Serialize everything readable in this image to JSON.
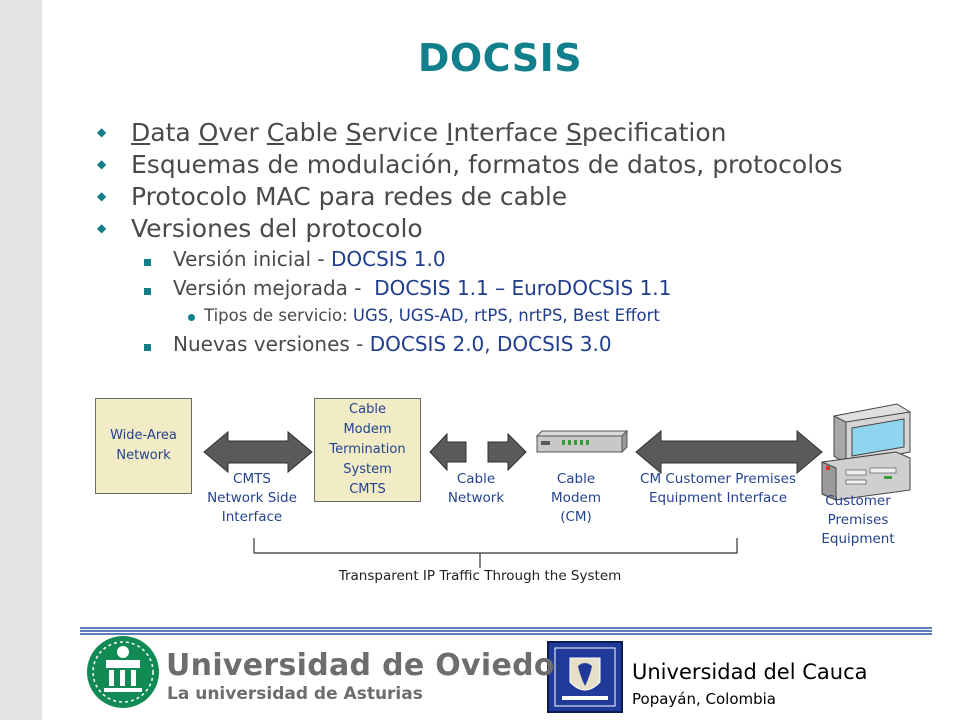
{
  "title": "DOCSIS",
  "bullets": {
    "b1": "Data Over Cable Service Interface Specification",
    "b2": "Esquemas de modulación, formatos de datos, protocolos",
    "b3": "Protocolo MAC para redes de cable",
    "b4": "Versiones del protocolo",
    "s1_prefix": "Versión inicial - ",
    "s1_value": "DOCSIS 1.0",
    "s2_prefix": "Versión mejorada -  ",
    "s2_value": "DOCSIS 1.1 – EuroDOCSIS 1.1",
    "t1_prefix": "Tipos de servicio: ",
    "t1_value": "UGS, UGS-AD, rtPS, nrtPS, Best Effort",
    "s3_prefix": "Nuevas versiones - ",
    "s3_value": "DOCSIS 2.0, DOCSIS 3.0"
  },
  "diagram": {
    "wan_line1": "Wide-Area",
    "wan_line2": "Network",
    "cmts_l1": "Cable",
    "cmts_l2": "Modem",
    "cmts_l3": "Termination",
    "cmts_l4": "System",
    "cmts_l5": "CMTS",
    "nsi_l1": "CMTS",
    "nsi_l2": "Network Side",
    "nsi_l3": "Interface",
    "cn_l1": "Cable",
    "cn_l2": "Network",
    "cm_l1": "Cable",
    "cm_l2": "Modem",
    "cm_l3": "(CM)",
    "cpei_l1": "CM Customer Premises",
    "cpei_l2": "Equipment Interface",
    "cpe_l1": "Customer",
    "cpe_l2": "Premises",
    "cpe_l3": "Equipment",
    "transparent": "Transparent IP Traffic Through the System"
  },
  "footer": {
    "oviedo_name": "Universidad de Oviedo",
    "oviedo_sub": "La universidad de Asturias",
    "cauca_name": "Universidad del Cauca",
    "cauca_city": "Popayán, Colombia"
  },
  "colors": {
    "title": "#12808c",
    "highlight": "#1f3d8c",
    "box_fill": "#f1ebc6"
  }
}
